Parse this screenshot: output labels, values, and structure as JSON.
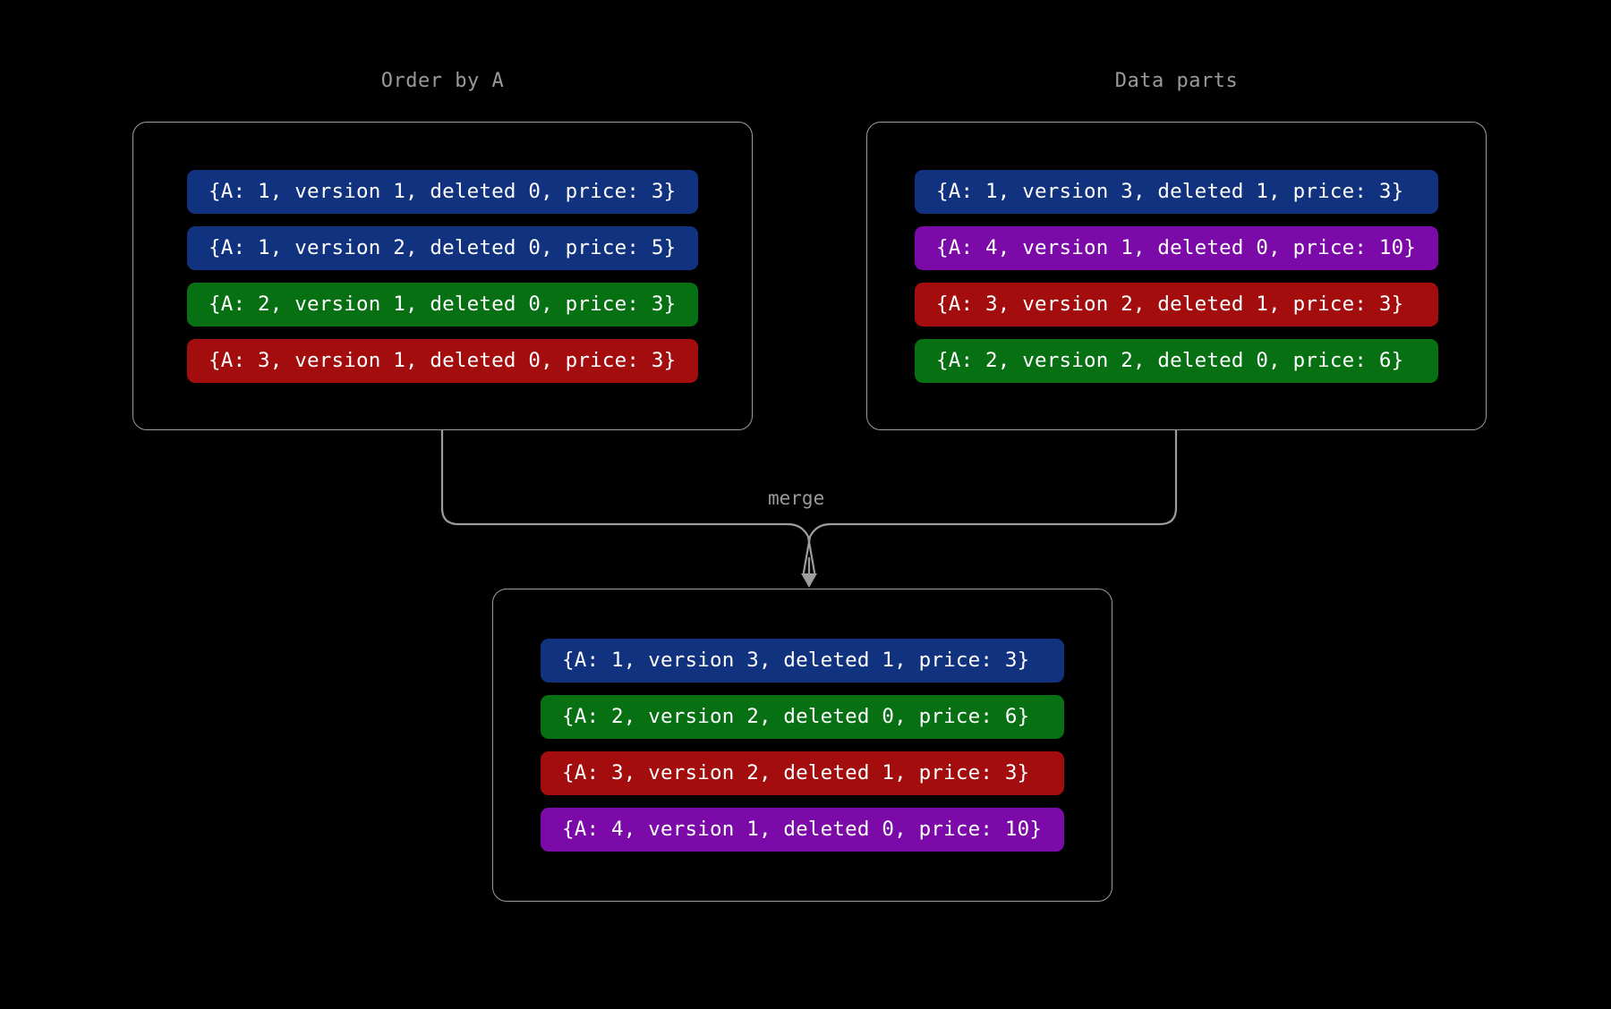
{
  "diagram": {
    "background_color": "#000000",
    "border_color": "#9d9d9d",
    "label_color": "#9a9a9a",
    "merge_label": "merge",
    "palette": {
      "blue": "#11337f",
      "green": "#067012",
      "red": "#a30d0d",
      "purple": "#7b0aa8"
    },
    "panels": [
      {
        "id": "order-by-a",
        "title": "Order by A",
        "rows": [
          {
            "text": "{A: 1, version 1, deleted 0, price: 3}",
            "color": "#11337f",
            "color_name": "blue",
            "A": 1,
            "version": 1,
            "deleted": 0,
            "price": 3
          },
          {
            "text": "{A: 1, version 2, deleted 0, price: 5}",
            "color": "#11337f",
            "color_name": "blue",
            "A": 1,
            "version": 2,
            "deleted": 0,
            "price": 5
          },
          {
            "text": "{A: 2, version 1, deleted 0, price: 3}",
            "color": "#067012",
            "color_name": "green",
            "A": 2,
            "version": 1,
            "deleted": 0,
            "price": 3
          },
          {
            "text": "{A: 3, version 1, deleted 0, price: 3}",
            "color": "#a30d0d",
            "color_name": "red",
            "A": 3,
            "version": 1,
            "deleted": 0,
            "price": 3
          }
        ]
      },
      {
        "id": "data-parts",
        "title": "Data parts",
        "rows": [
          {
            "text": "{A: 1, version 3, deleted 1, price: 3}",
            "color": "#11337f",
            "color_name": "blue",
            "A": 1,
            "version": 3,
            "deleted": 1,
            "price": 3
          },
          {
            "text": "{A: 4, version 1, deleted 0, price: 10}",
            "color": "#7b0aa8",
            "color_name": "purple",
            "A": 4,
            "version": 1,
            "deleted": 0,
            "price": 10
          },
          {
            "text": "{A: 3, version 2, deleted 1, price: 3}",
            "color": "#a30d0d",
            "color_name": "red",
            "A": 3,
            "version": 2,
            "deleted": 1,
            "price": 3
          },
          {
            "text": "{A: 2, version 2, deleted 0, price: 6}",
            "color": "#067012",
            "color_name": "green",
            "A": 2,
            "version": 2,
            "deleted": 0,
            "price": 6
          }
        ]
      },
      {
        "id": "merged-result",
        "title": "",
        "rows": [
          {
            "text": "{A: 1, version 3, deleted 1, price: 3}",
            "color": "#11337f",
            "color_name": "blue",
            "A": 1,
            "version": 3,
            "deleted": 1,
            "price": 3
          },
          {
            "text": "{A: 2, version 2, deleted 0, price: 6}",
            "color": "#067012",
            "color_name": "green",
            "A": 2,
            "version": 2,
            "deleted": 0,
            "price": 6
          },
          {
            "text": "{A: 3, version 2, deleted 1, price: 3}",
            "color": "#a30d0d",
            "color_name": "red",
            "A": 3,
            "version": 2,
            "deleted": 1,
            "price": 3
          },
          {
            "text": "{A: 4, version 1, deleted 0, price: 10}",
            "color": "#7b0aa8",
            "color_name": "purple",
            "A": 4,
            "version": 1,
            "deleted": 0,
            "price": 10
          }
        ]
      }
    ]
  }
}
